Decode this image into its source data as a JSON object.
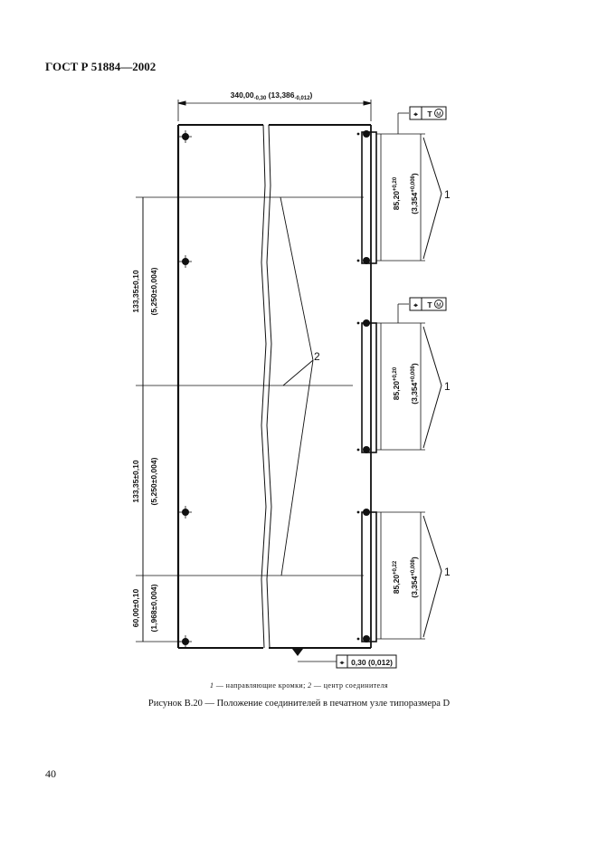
{
  "header": {
    "standard": "ГОСТ Р 51884—2002"
  },
  "drawing": {
    "top_dim": {
      "main": "340,00",
      "sub1": "-0,30",
      "paren_open": " (13,386",
      "sub2": "-0,012",
      "paren_close": ")"
    },
    "connector_dim": {
      "value": "85,20",
      "tol": "+0,20",
      "inch": "(3,354",
      "inch_tol": "+0,008",
      "close": ")"
    },
    "connector_dim_bottom": {
      "value": "85,20",
      "tol": "+0,22",
      "inch": "(3,354",
      "inch_tol": "+0,008",
      "close": ")"
    },
    "pitch_dim": {
      "metric": "133,35±0,10",
      "inch": "(5,250±0,004)"
    },
    "edge_dim": {
      "metric": "60,00±0,10",
      "inch": "(1,968±0,004)"
    },
    "datum_frame": {
      "symbol": "⌖",
      "letter": "T",
      "modifier": "M"
    },
    "bottom_tolerance": {
      "symbol": "⌖",
      "text": "0,30 (0,012)"
    },
    "callouts": {
      "one": "1",
      "two": "2"
    }
  },
  "legend": {
    "n1": "1",
    "t1": " — направляющие кромки; ",
    "n2": "2",
    "t2": " — центр соединителя"
  },
  "caption": "Рисунок В.20 — Положение соединителей в печатном узле типоразмера D",
  "page_number": "40"
}
